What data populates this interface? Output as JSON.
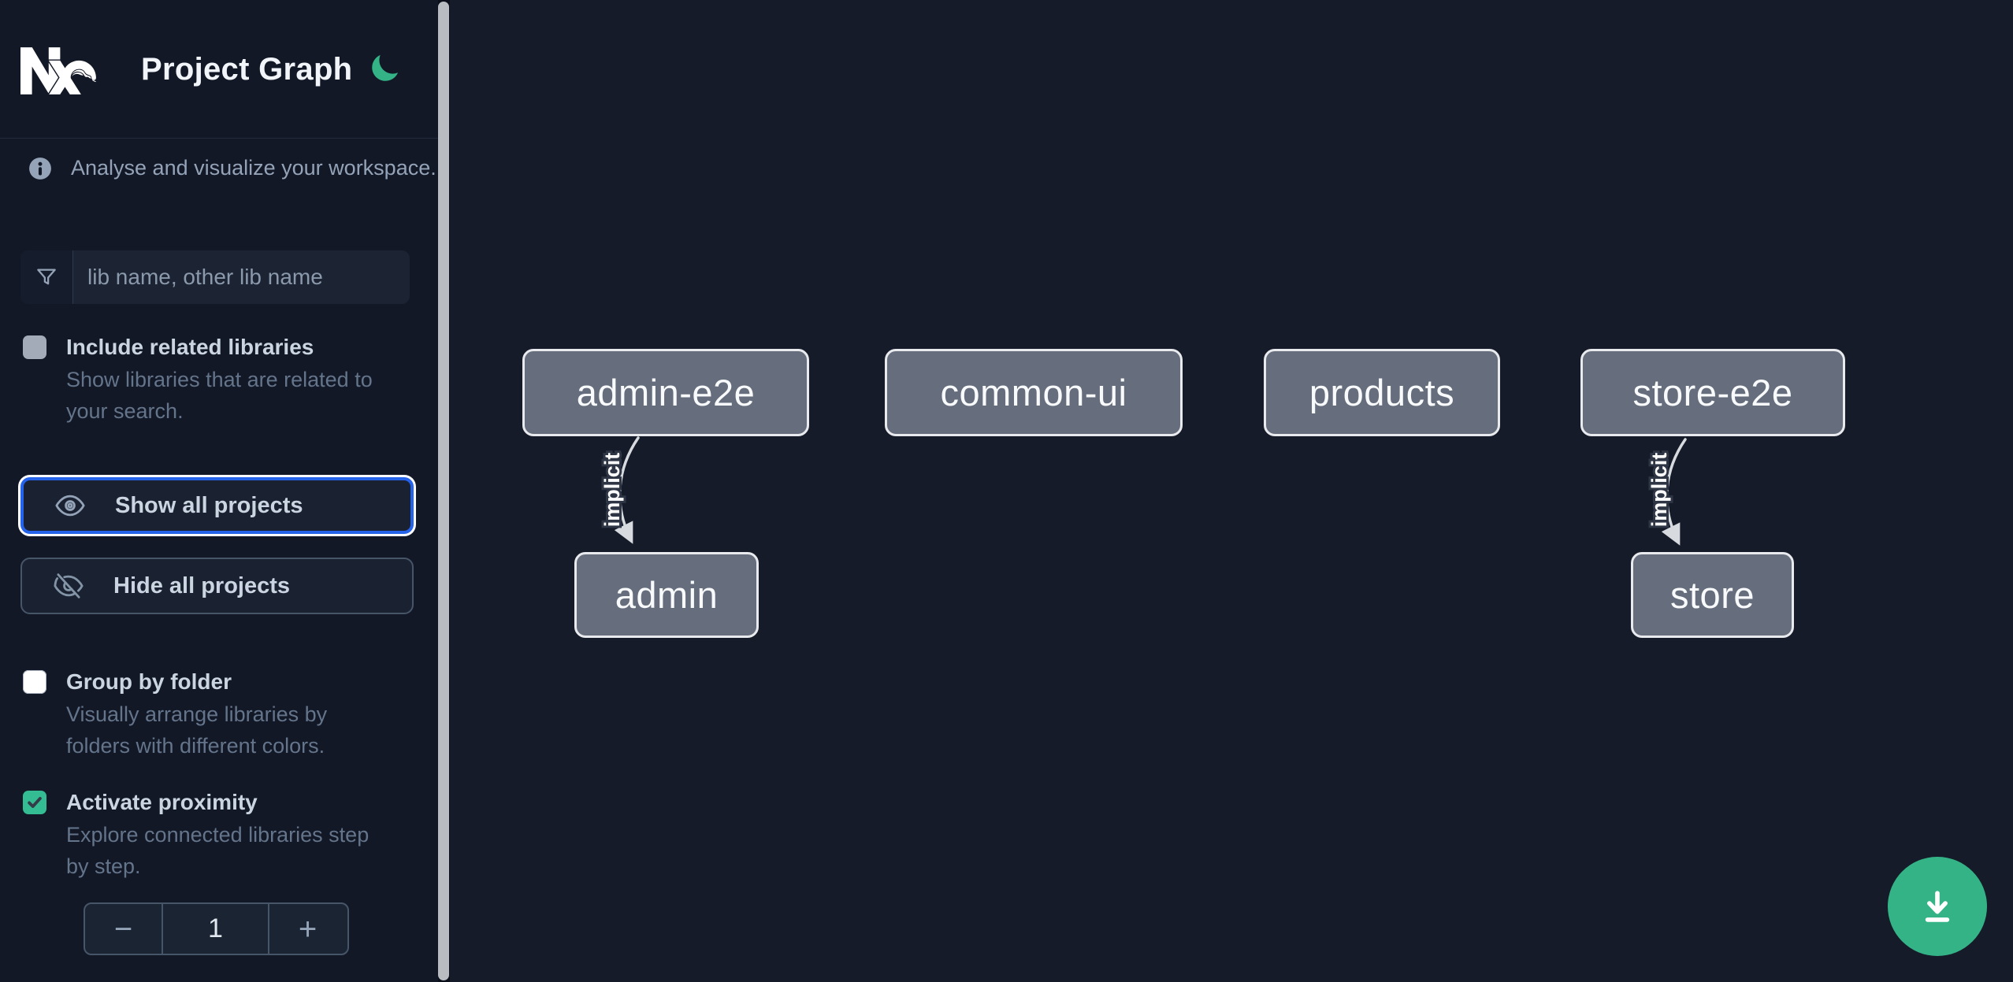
{
  "header": {
    "title": "Project Graph"
  },
  "sidebar": {
    "tagline": "Analyse and visualize your workspace.",
    "search_placeholder": "lib name, other lib name",
    "toggles": [
      {
        "label": "Include related libraries",
        "description": "Show libraries that are related to\nyour search.",
        "checked": false
      },
      {
        "label": "Group by folder",
        "description": "Visually arrange libraries by\nfolders with different colors.",
        "checked": false
      },
      {
        "label": "Activate proximity",
        "description": "Explore connected libraries step\nby step.",
        "checked": true
      }
    ],
    "show_all_label": "Show all projects",
    "hide_all_label": "Hide all projects",
    "stepper": {
      "decrement": "−",
      "value": "1",
      "increment": "+"
    }
  },
  "graph": {
    "nodes": [
      {
        "label": "admin-e2e"
      },
      {
        "label": "common-ui"
      },
      {
        "label": "products"
      },
      {
        "label": "store-e2e"
      },
      {
        "label": "admin"
      },
      {
        "label": "store"
      }
    ],
    "edges": [
      {
        "source": "admin-e2e",
        "target": "admin",
        "label": "implicit"
      },
      {
        "source": "store-e2e",
        "target": "store",
        "label": "implicit"
      }
    ]
  },
  "icons": {
    "logo": "nx-logo",
    "theme": "moon-icon",
    "info": "info-icon",
    "search": "funnel-icon",
    "show": "eye-icon",
    "hide": "eye-slash-icon",
    "fab": "download-icon"
  },
  "colors": {
    "accent_green": "#34b486",
    "focus_blue": "#2563eb",
    "node_fill": "#666e7d",
    "node_border": "#e8eaee",
    "sidebar_bg": "#121826",
    "canvas_bg": "#151b29"
  }
}
